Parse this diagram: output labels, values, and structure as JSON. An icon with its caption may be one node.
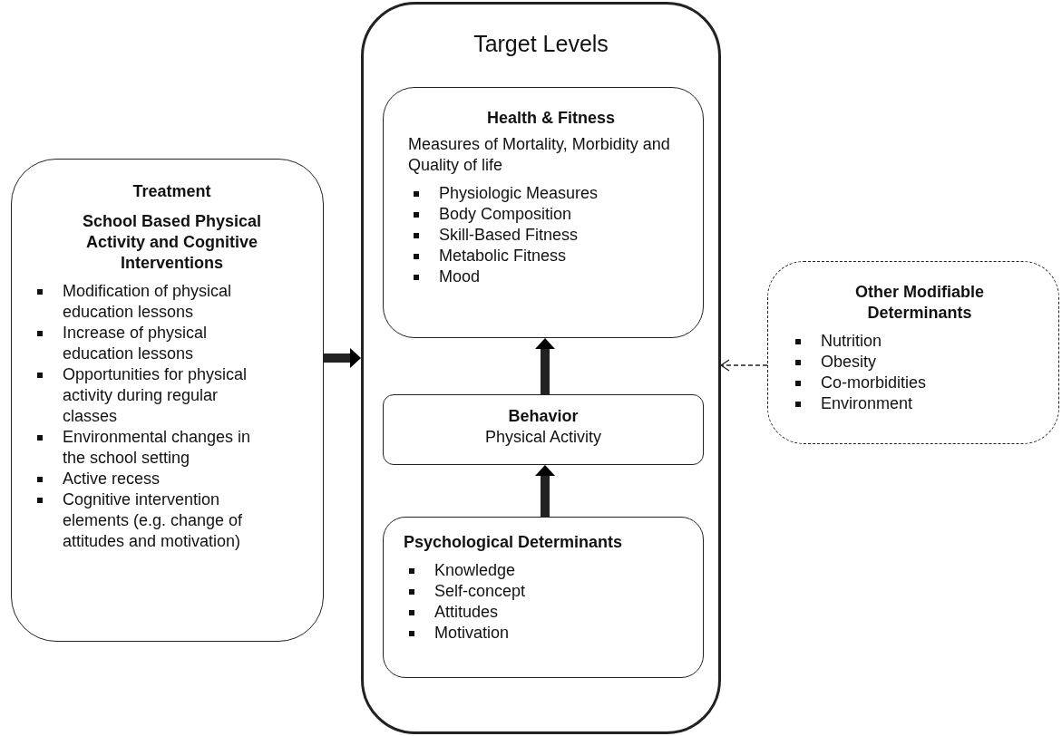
{
  "diagram": {
    "nodes": [
      {
        "text": [
          "Target Levels"
        ]
      },
      {
        "text": [
          "Health & Fitness",
          "Measures of Mortality, Morbidity and Quality of life",
          "Physiologic Measures",
          "Body Composition",
          "Skill-Based Fitness",
          "Metabolic Fitness",
          "Mood"
        ],
        "in": 0
      },
      {
        "text": [
          "Behavior",
          "Physical Activity"
        ],
        "in": 0
      },
      {
        "text": [
          "Psychological Determinants",
          "Knowledge",
          "Self-concept",
          "Attitudes",
          "Motivation"
        ],
        "in": 0
      },
      {
        "text": [
          "Treatment",
          "School Based Physical Activity and Cognitive Interventions",
          "Modification of physical education lessons",
          "Increase of physical education lessons",
          "Opportunities for physical activity during regular classes",
          "Environmental changes in the school setting",
          "Active recess",
          "Cognitive intervention elements (e.g. change of attitudes and motivation)"
        ]
      },
      {
        "text": [
          "Other Modifiable Determinants",
          "Nutrition",
          "Obesity",
          "Co-morbidities",
          "Environment"
        ]
      }
    ],
    "edges": [
      {
        "from": 4,
        "to": 0,
        "arrow": "to"
      },
      {
        "from": 2,
        "to": 1,
        "arrow": "to"
      },
      {
        "from": 3,
        "to": 2,
        "arrow": "to"
      },
      {
        "from": 5,
        "to": 0,
        "arrow": "to",
        "style": "dashed"
      }
    ]
  }
}
